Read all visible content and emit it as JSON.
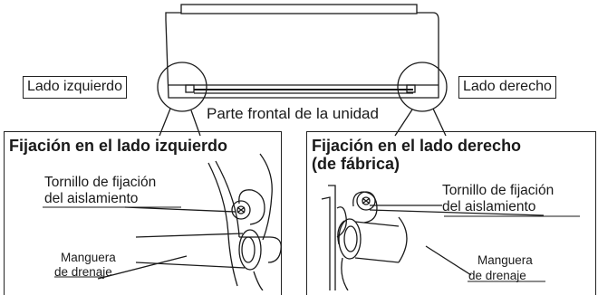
{
  "unit": {
    "left_label": "Lado izquierdo",
    "right_label": "Lado derecho",
    "front_caption": "Parte frontal de la unidad"
  },
  "left_panel": {
    "title": "Fijación en el lado izquierdo",
    "screw_label_line1": "Tornillo de fijación",
    "screw_label_line2": "del aislamiento",
    "hose_label_line1": "Manguera",
    "hose_label_line2": "de drenaje"
  },
  "right_panel": {
    "title_line1": "Fijación en el lado derecho",
    "title_line2": "(de fábrica)",
    "screw_label_line1": "Tornillo de fijación",
    "screw_label_line2": "del aislamiento",
    "hose_label_line1": "Manguera",
    "hose_label_line2": "de drenaje"
  },
  "colors": {
    "line": "#1a1a1a",
    "background": "#ffffff"
  }
}
